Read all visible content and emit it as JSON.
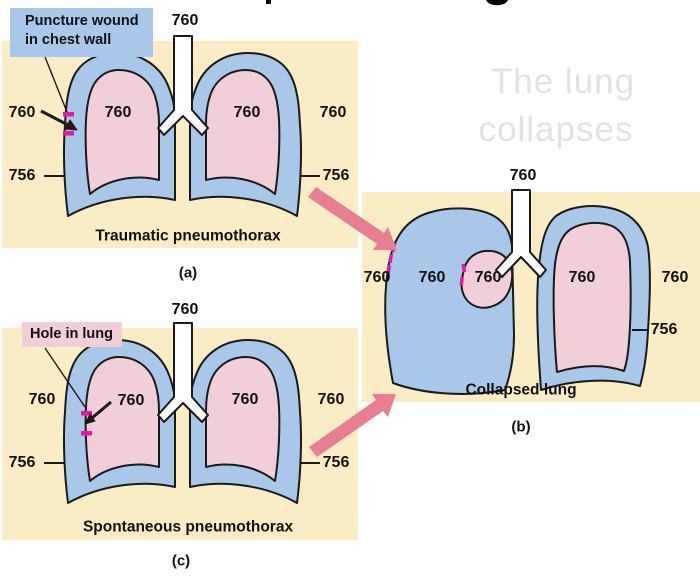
{
  "watermark": {
    "line1": "The lung",
    "line2": "collapses"
  },
  "panel_a": {
    "letter": "(a)",
    "caption": "Traumatic pneumothorax",
    "callout": "Puncture wound in chest wall",
    "trachea_label": "760",
    "atmos_left": "760",
    "lung_left": "760",
    "lung_right": "760",
    "atmos_right": "760",
    "pleural_left": "756",
    "pleural_right": "756"
  },
  "panel_b": {
    "letter": "(b)",
    "caption": "Collapsed lung",
    "trachea_label": "760",
    "atmos_left": "760",
    "pleural_cavity": "760",
    "collapsed_lung": "760",
    "lung_right": "760",
    "atmos_right": "760",
    "pleural_right": "756"
  },
  "panel_c": {
    "letter": "(c)",
    "caption": "Spontaneous pneumothorax",
    "callout": "Hole in lung",
    "trachea_label": "760",
    "atmos_left": "760",
    "lung_left": "760",
    "lung_right": "760",
    "atmos_right": "760",
    "pleural_left": "756",
    "pleural_right": "756"
  },
  "colors": {
    "panel_bg": "#FAEDC5",
    "pleura": "#A9C8E9",
    "lung": "#F2CFD8",
    "wound": "#E8179B",
    "arrow": "#E77E92",
    "watermark": "#E3E3E3",
    "outline": "#1A1A1A"
  }
}
